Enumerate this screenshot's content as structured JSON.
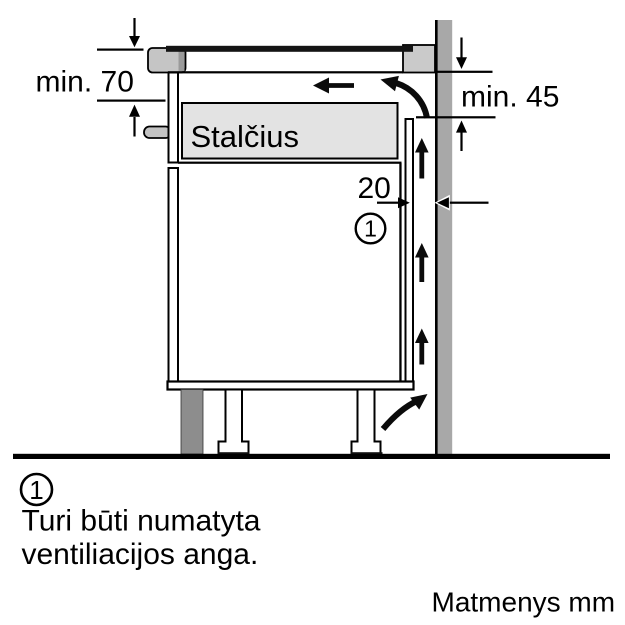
{
  "diagram": {
    "labels": {
      "drawer": "Stalčius",
      "dim_top_clearance": "min. 70",
      "dim_rear_clearance": "min. 45",
      "dim_rear_gap": "20",
      "callout": "1"
    },
    "colors": {
      "wall": "#a8a8a8",
      "worktop": "#cacaca",
      "hob_body": "#c5c5c5",
      "hob_body_edge": "#9a9a9a",
      "glass": "#141414",
      "handle": "#c3c3c3",
      "drawer_fill": "#e3e3e3",
      "plinth": "#8d8d8d",
      "line": "#000000"
    }
  },
  "legend": {
    "callout": "1",
    "note_line1": "Turi būti numatyta",
    "note_line2": "ventiliacijos anga.",
    "units": "Matmenys mm"
  }
}
